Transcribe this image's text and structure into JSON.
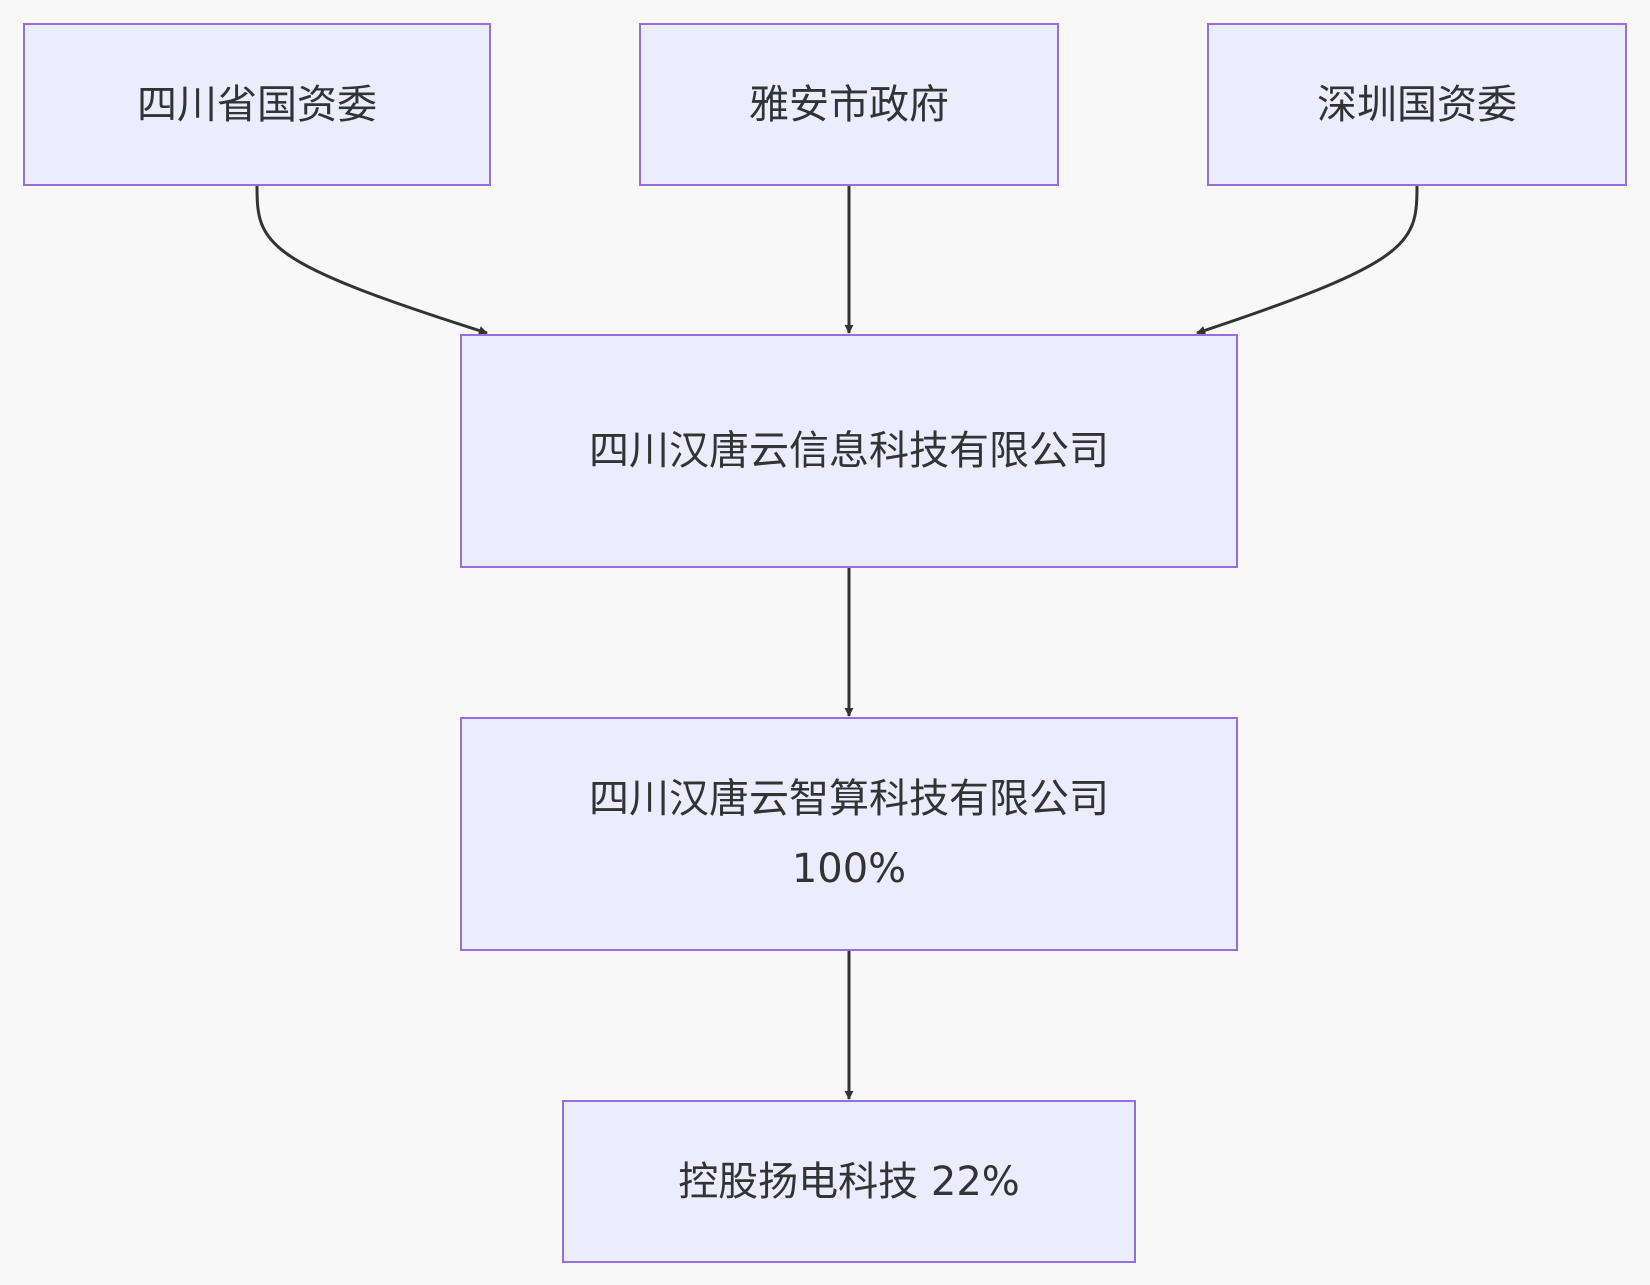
{
  "diagram": {
    "type": "flowchart",
    "direction": "top-down",
    "colors": {
      "node_fill": "#ececff",
      "node_border": "#9370db",
      "edge": "#333333",
      "text": "#333333",
      "background": "#f8f8f8"
    },
    "nodes": {
      "sichuan_sasac": {
        "label": "四川省国资委"
      },
      "yaan_gov": {
        "label": "雅安市政府"
      },
      "shenzhen_sasac": {
        "label": "深圳国资委"
      },
      "hantangyun_info": {
        "label": "四川汉唐云信息科技有限公司"
      },
      "hantangyun_compute": {
        "label": "四川汉唐云智算科技有限公司 100%"
      },
      "yangdian": {
        "label": "控股扬电科技 22%"
      }
    },
    "edges": [
      {
        "from": "sichuan_sasac",
        "to": "hantangyun_info"
      },
      {
        "from": "yaan_gov",
        "to": "hantangyun_info"
      },
      {
        "from": "shenzhen_sasac",
        "to": "hantangyun_info"
      },
      {
        "from": "hantangyun_info",
        "to": "hantangyun_compute"
      },
      {
        "from": "hantangyun_compute",
        "to": "yangdian"
      }
    ]
  }
}
